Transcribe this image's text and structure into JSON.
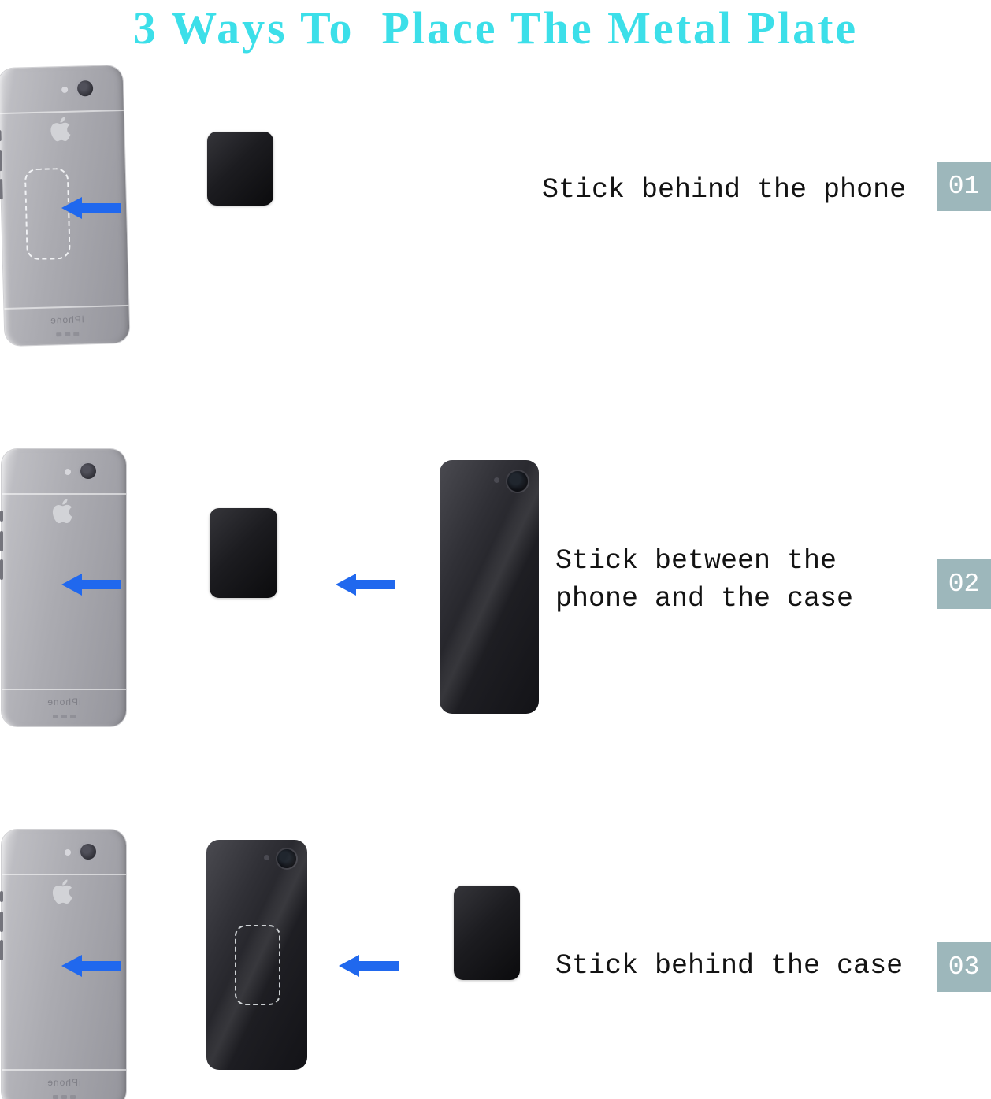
{
  "title": "3 Ways To  Place The Metal Plate",
  "steps": [
    {
      "number": "01",
      "caption": "Stick behind the phone"
    },
    {
      "number": "02",
      "caption": "Stick between the phone and the case"
    },
    {
      "number": "03",
      "caption": "Stick behind the case"
    }
  ],
  "phone_label": "iPhone",
  "colors": {
    "title_color": "#3cdfe9",
    "arrow_color": "#2068ee",
    "badge_bg": "#9db7bb",
    "badge_text": "#ffffff",
    "caption_color": "#131313"
  }
}
